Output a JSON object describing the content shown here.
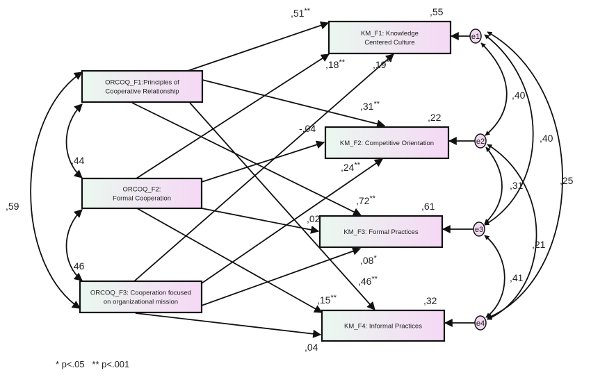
{
  "colors": {
    "box_fill_left": "#eaf8ef",
    "box_fill_right": "#f5d8f5",
    "box_stroke": "#111111",
    "error_fill": "#f2d9f2",
    "line": "#111111"
  },
  "exogenous": [
    {
      "id": "F1",
      "label_lines": [
        "ORCOQ_F1:Principles of",
        "Cooperative Relationship"
      ]
    },
    {
      "id": "F2",
      "label_lines": [
        "ORCOQ_F2:",
        "Formal Cooperation"
      ]
    },
    {
      "id": "F3",
      "label_lines": [
        "ORCOQ_F3: Cooperation focused",
        "on organizational mission"
      ]
    }
  ],
  "endogenous": [
    {
      "id": "KM1",
      "label_lines": [
        "KM_F1: Knowledge",
        "Centered Culture"
      ],
      "r2": ",55"
    },
    {
      "id": "KM2",
      "label_lines": [
        "KM_F2: Competitive Orientation"
      ],
      "r2": ",22"
    },
    {
      "id": "KM3",
      "label_lines": [
        "KM_F3: Formal Practices"
      ],
      "r2": ",61"
    },
    {
      "id": "KM4",
      "label_lines": [
        "KM_F4: Informal Practices"
      ],
      "r2": ",32"
    }
  ],
  "errors": [
    {
      "id": "e1",
      "label": "e1",
      "target": "KM1"
    },
    {
      "id": "e2",
      "label": "e2",
      "target": "KM2"
    },
    {
      "id": "e3",
      "label": "e3",
      "target": "KM3"
    },
    {
      "id": "e4",
      "label": "e4",
      "target": "KM4"
    }
  ],
  "paths": [
    {
      "from": "F1",
      "to": "KM1",
      "coef": ",51",
      "sig": "**"
    },
    {
      "from": "F1",
      "to": "KM2",
      "coef": ",31",
      "sig": "**"
    },
    {
      "from": "F1",
      "to": "KM3",
      "coef": ",72",
      "sig": "**"
    },
    {
      "from": "F1",
      "to": "KM4",
      "coef": ",46",
      "sig": "**"
    },
    {
      "from": "F2",
      "to": "KM1",
      "coef": ",18",
      "sig": "**"
    },
    {
      "from": "F2",
      "to": "KM2",
      "coef": "-,04",
      "sig": ""
    },
    {
      "from": "F2",
      "to": "KM3",
      "coef": ",02",
      "sig": ""
    },
    {
      "from": "F2",
      "to": "KM4",
      "coef": ",15",
      "sig": "**"
    },
    {
      "from": "F3",
      "to": "KM1",
      "coef": ",19",
      "sig": "**"
    },
    {
      "from": "F3",
      "to": "KM2",
      "coef": ",24",
      "sig": "**"
    },
    {
      "from": "F3",
      "to": "KM3",
      "coef": ",08",
      "sig": "*"
    },
    {
      "from": "F3",
      "to": "KM4",
      "coef": ",04",
      "sig": ""
    }
  ],
  "exogenous_correlations": [
    {
      "a": "F1",
      "b": "F2",
      "value": ",44"
    },
    {
      "a": "F2",
      "b": "F3",
      "value": ",46"
    },
    {
      "a": "F1",
      "b": "F3",
      "value": ",59"
    }
  ],
  "error_correlations": [
    {
      "a": "e1",
      "b": "e2",
      "value": ",40"
    },
    {
      "a": "e1",
      "b": "e3",
      "value": ",40"
    },
    {
      "a": "e1",
      "b": "e4",
      "value": ",25"
    },
    {
      "a": "e2",
      "b": "e3",
      "value": ",31"
    },
    {
      "a": "e2",
      "b": "e4",
      "value": ",21"
    },
    {
      "a": "e3",
      "b": "e4",
      "value": ",41"
    }
  ],
  "legend": {
    "text": "* p<.05   ** p<.001"
  }
}
